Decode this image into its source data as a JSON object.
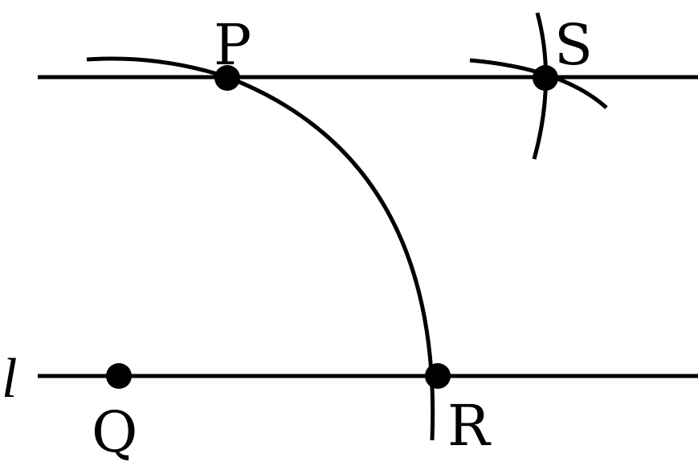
{
  "diagram": {
    "line_label": "l",
    "points": {
      "P": "P",
      "Q": "Q",
      "R": "R",
      "S": "S"
    }
  },
  "colors": {
    "ink": "#000000",
    "background": "#ffffff"
  }
}
